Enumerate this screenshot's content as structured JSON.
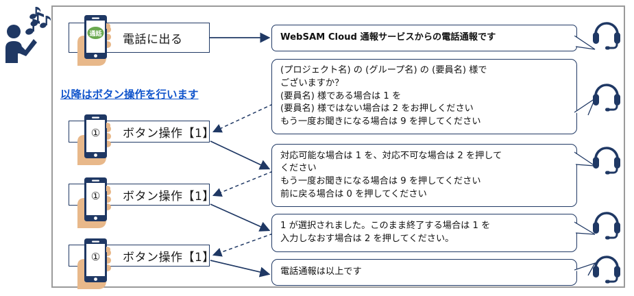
{
  "diagram": {
    "title_note": "以降はボタン操作を行います",
    "person_icon": "person-listening-icon",
    "music_notes": "music-notes-icon"
  },
  "steps": [
    {
      "label": "電話に出る",
      "phone_badge": "通話",
      "badge_kind": "call"
    },
    {
      "label": "ボタン操作【1】",
      "phone_badge": "①",
      "badge_kind": "number"
    },
    {
      "label": "ボタン操作【1】",
      "phone_badge": "①",
      "badge_kind": "number"
    },
    {
      "label": "ボタン操作【1】",
      "phone_badge": "①",
      "badge_kind": "number"
    }
  ],
  "bubbles": [
    {
      "id": "b1",
      "text": "WebSAM Cloud 通報サービスからの電話通報です",
      "bold": true
    },
    {
      "id": "b2",
      "text": "(プロジェクト名) の (グループ名) の (要員名) 様で\nございますか？\n(要員名) 様である場合は 1 を\n(要員名) 様ではない場合は 2 をお押しください\nもう一度お聞きになる場合は 9 を押してください",
      "bold": false
    },
    {
      "id": "b3",
      "text": "対応可能な場合は 1 を、対応不可な場合は 2 を押して\nください\nもう一度お聞きになる場合は 9 を押してください\n前に戻る場合は  0  を押してください",
      "bold": false
    },
    {
      "id": "b4",
      "text": "1 が選択されました。このまま終了する場合は 1 を\n入力しなおす場合は 2 を押してください。",
      "bold": false
    },
    {
      "id": "b5",
      "text": "電話通報は以上です",
      "bold": false
    }
  ],
  "icons": {
    "headset": "headset-icon",
    "phone": "smartphone-in-hand-icon"
  },
  "colors": {
    "navy": "#1F3864",
    "blue_link": "#1155CC",
    "frame_gray": "#9a9a9a",
    "skin": "#E8B88A",
    "green": "#6AA84F",
    "arrow": "#1F3864"
  }
}
